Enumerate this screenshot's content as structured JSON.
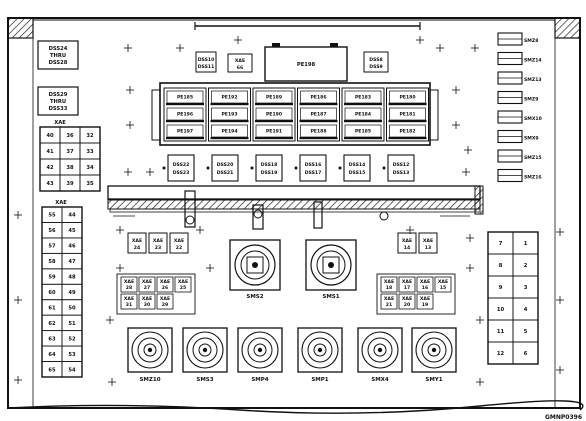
{
  "left_panels": {
    "dss_top": [
      "DSS24",
      "THRU",
      "DSS28"
    ],
    "dss_bottom": [
      "DSS29",
      "THRU",
      "DSS33"
    ],
    "xae_top_header": "XAE",
    "xae_top_cells": [
      "40",
      "36",
      "32",
      "41",
      "37",
      "33",
      "42",
      "38",
      "34",
      "43",
      "39",
      "35"
    ],
    "xae_left_header": "XAE",
    "xae_left_cells": [
      "55",
      "44",
      "56",
      "45",
      "57",
      "46",
      "58",
      "47",
      "59",
      "48",
      "60",
      "49",
      "61",
      "50",
      "62",
      "51",
      "63",
      "52",
      "64",
      "53",
      "65",
      "54"
    ]
  },
  "top_center": {
    "dss_left": [
      "DSS10",
      "DSS11"
    ],
    "xae_66": [
      "XAE",
      "66"
    ],
    "pe198": "PE198",
    "dss_right": [
      "DSS8",
      "DSS9"
    ]
  },
  "pe_grid": [
    [
      "PE185",
      "PE196",
      "PE197"
    ],
    [
      "PE192",
      "PE193",
      "PE194"
    ],
    [
      "PE189",
      "PE190",
      "PE191"
    ],
    [
      "PE186",
      "PE187",
      "PE188"
    ],
    [
      "PE183",
      "PE184",
      "PE185"
    ],
    [
      "PE180",
      "PE181",
      "PE182"
    ]
  ],
  "dss_row": [
    [
      "DSS22",
      "DSS23"
    ],
    [
      "DSS20",
      "DSS21"
    ],
    [
      "DSS18",
      "DSS19"
    ],
    [
      "DSS16",
      "DSS17"
    ],
    [
      "DSS14",
      "DSS15"
    ],
    [
      "DSS12",
      "DSS13"
    ]
  ],
  "right_column": [
    "SMZ8",
    "SMZ14",
    "SMZ13",
    "SMZ9",
    "SMX10",
    "SMX9",
    "SMZ15",
    "SMZ16"
  ],
  "xae_small": {
    "left": [
      "XAE 24",
      "XAE 23",
      "XAE 22"
    ],
    "right": [
      "XAE 14",
      "XAE 13"
    ]
  },
  "xae_mid_left": {
    "row1": [
      "28",
      "27",
      "26",
      "25"
    ],
    "row2": [
      "31",
      "30",
      "29"
    ]
  },
  "xae_mid_right": {
    "row1": [
      "18",
      "17",
      "16",
      "15"
    ],
    "row2": [
      "21",
      "20",
      "19"
    ]
  },
  "large_switches": [
    "SMS2",
    "SMS1"
  ],
  "small_switches": [
    "SMZ10",
    "SMS3",
    "SMP4",
    "SMP1",
    "SMX4",
    "SMY1"
  ],
  "right_xae": [
    "7",
    "1",
    "8",
    "2",
    "9",
    "3",
    "10",
    "4",
    "11",
    "5",
    "12",
    "6"
  ],
  "footer_code": "GMNP0396"
}
